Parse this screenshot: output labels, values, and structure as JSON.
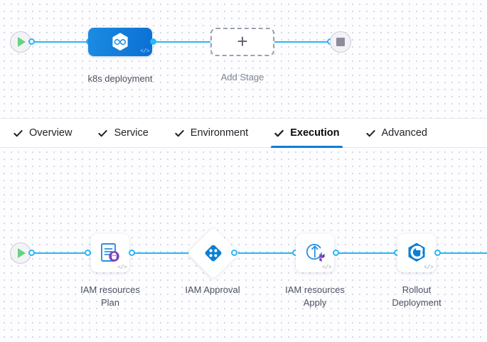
{
  "stage_canvas": {
    "start_node": {
      "icon": "play-icon",
      "name": "pipeline-start"
    },
    "end_node": {
      "icon": "stop-icon",
      "name": "pipeline-end"
    },
    "stages": [
      {
        "label": "k8s deployment",
        "icon": "harness-hexagon-icon",
        "badge": "</>",
        "type": "stage"
      },
      {
        "label": "Add Stage",
        "icon": "plus-icon",
        "type": "add"
      }
    ]
  },
  "tabs": [
    {
      "label": "Overview",
      "icon": "check-icon",
      "active": false
    },
    {
      "label": "Service",
      "icon": "check-icon",
      "active": false
    },
    {
      "label": "Environment",
      "icon": "check-icon",
      "active": false
    },
    {
      "label": "Execution",
      "icon": "check-icon",
      "active": true
    },
    {
      "label": "Advanced",
      "icon": "check-icon",
      "active": false
    }
  ],
  "execution_canvas": {
    "start_node": {
      "icon": "play-icon",
      "name": "execution-start"
    },
    "steps": [
      {
        "label": "IAM resources\nPlan",
        "icon": "terraform-plan-icon",
        "badge": "</>",
        "shape": "card"
      },
      {
        "label": "IAM Approval",
        "icon": "approval-diamond-icon",
        "shape": "diamond"
      },
      {
        "label": "IAM resources\nApply",
        "icon": "terraform-apply-icon",
        "badge": "</>",
        "shape": "card"
      },
      {
        "label": "Rollout\nDeployment",
        "icon": "kubernetes-rollout-icon",
        "badge": "</>",
        "shape": "card"
      }
    ]
  },
  "colors": {
    "accent": "#0b7fd4",
    "wire": "#29b6f6",
    "stage_gradient_start": "#1c8ce0",
    "stage_gradient_end": "#0b6fd4",
    "terraform_purple": "#7b42bc",
    "play_green": "#65d37f",
    "label_text": "#4a5061"
  }
}
